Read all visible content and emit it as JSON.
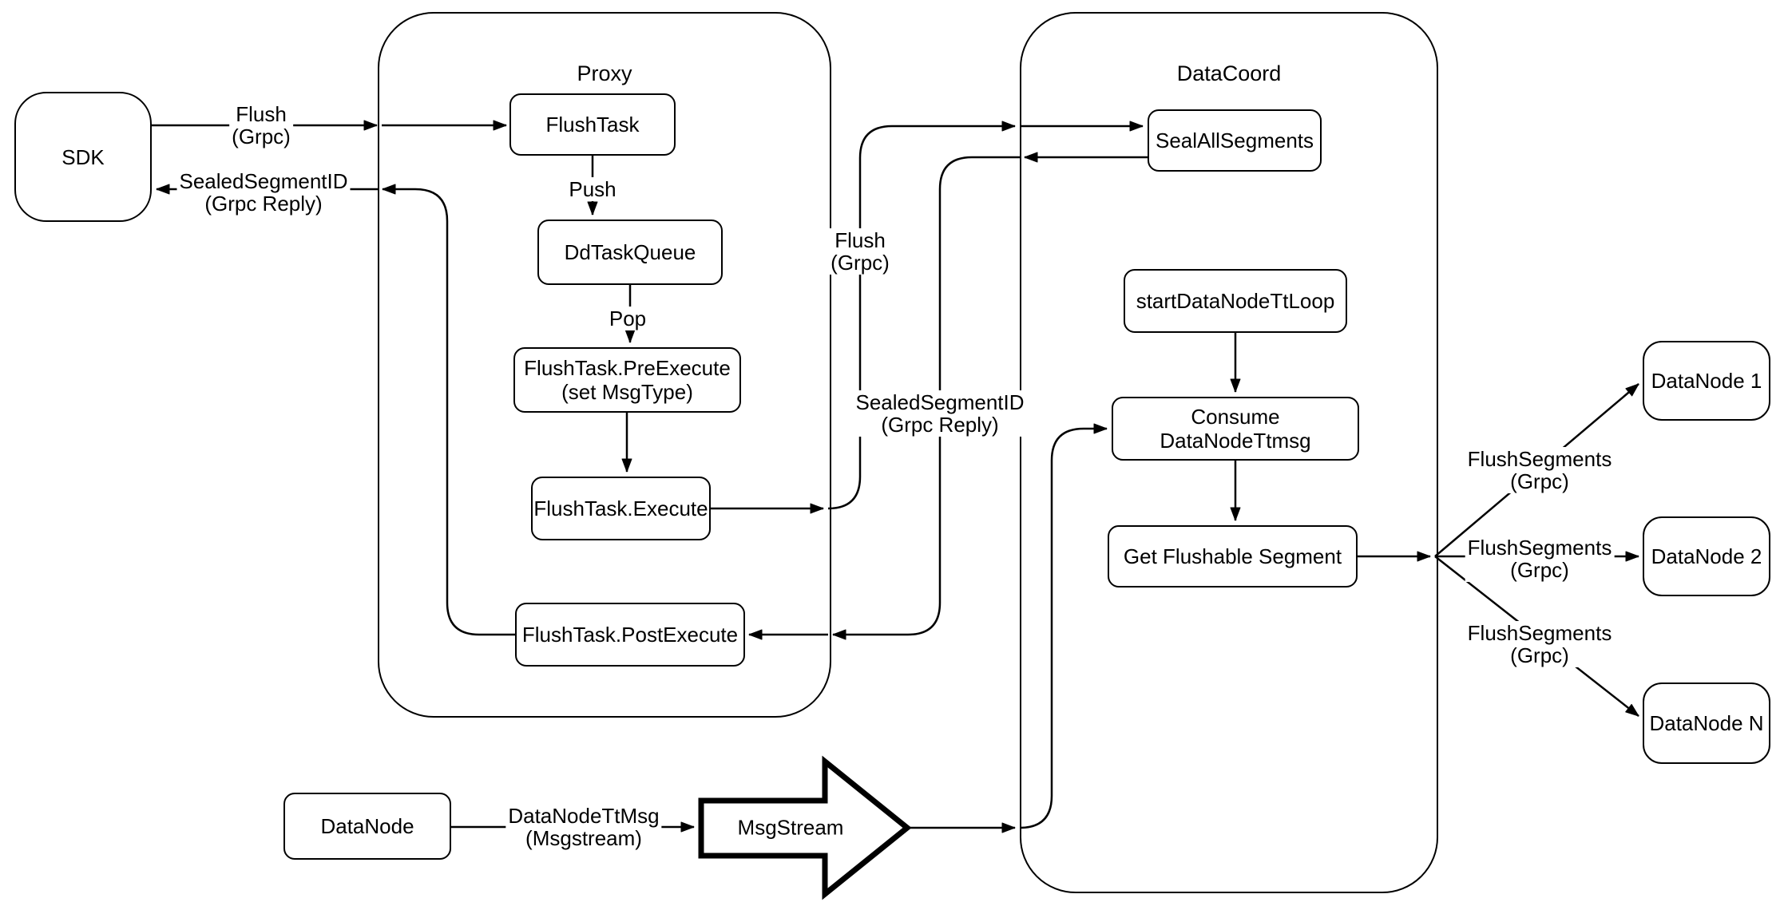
{
  "diagram": {
    "title_hint": "Flush data flow diagram",
    "colors": {
      "stroke": "#000000",
      "fill": "#ffffff"
    },
    "containers": {
      "proxy": {
        "label": "Proxy"
      },
      "datacoord": {
        "label": "DataCoord"
      }
    },
    "nodes": {
      "sdk": {
        "label": "SDK"
      },
      "flush_task": {
        "label": "FlushTask"
      },
      "dd_task_queue": {
        "label": "DdTaskQueue"
      },
      "pre_execute": {
        "label_line1": "FlushTask.PreExecute",
        "label_line2": "(set MsgType)"
      },
      "execute": {
        "label": "FlushTask.Execute"
      },
      "post_execute": {
        "label": "FlushTask.PostExecute"
      },
      "seal_all_segments": {
        "label": "SealAllSegments"
      },
      "start_datanode_tt_loop": {
        "label": "startDataNodeTtLoop"
      },
      "consume_datanode_ttmsg": {
        "label": "Consume DataNodeTtmsg"
      },
      "get_flushable_segment": {
        "label": "Get Flushable Segment"
      },
      "datanode_1": {
        "label": "DataNode 1"
      },
      "datanode_2": {
        "label": "DataNode 2"
      },
      "datanode_n": {
        "label": "DataNode N"
      },
      "datanode_source": {
        "label": "DataNode"
      },
      "msgstream": {
        "label": "MsgStream"
      }
    },
    "edge_labels": {
      "flush_grpc_sdk": {
        "line1": "Flush",
        "line2": "(Grpc)"
      },
      "sealed_reply_sdk": {
        "line1": "SealedSegmentID",
        "line2": "(Grpc Reply)"
      },
      "push": {
        "line1": "Push"
      },
      "pop": {
        "line1": "Pop"
      },
      "flush_grpc_mid": {
        "line1": "Flush",
        "line2": "(Grpc)"
      },
      "sealed_reply_mid": {
        "line1": "SealedSegmentID",
        "line2": "(Grpc Reply)"
      },
      "flush_segments_1": {
        "line1": "FlushSegments",
        "line2": "(Grpc)"
      },
      "flush_segments_2": {
        "line1": "FlushSegments",
        "line2": "(Grpc)"
      },
      "flush_segments_3": {
        "line1": "FlushSegments",
        "line2": "(Grpc)"
      },
      "datanode_ttmsg": {
        "line1": "DataNodeTtMsg",
        "line2": "(Msgstream)"
      }
    }
  }
}
